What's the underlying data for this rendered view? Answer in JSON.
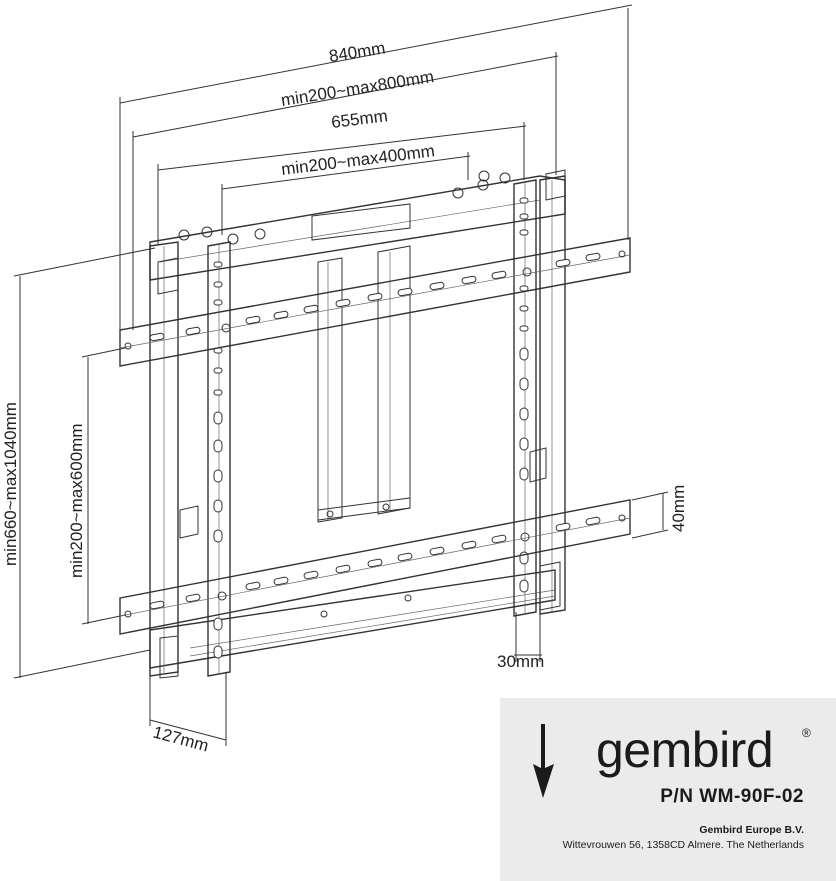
{
  "dimensions": {
    "width_outer": "840mm",
    "width_outer_range": "min200~max800mm",
    "width_inner": "655mm",
    "width_inner_range": "min200~max400mm",
    "height_outer_range": "min660~max1040mm",
    "height_inner_range": "min200~max600mm",
    "rail_height": "40mm",
    "upright_width": "30mm",
    "depth": "127mm"
  },
  "label": {
    "brand": "gembird",
    "registered_mark": "®",
    "part_number": "P/N WM-90F-02",
    "company": "Gembird Europe B.V.",
    "address": "Wittevrouwen 56, 1358CD Almere. The Netherlands"
  },
  "icons": {
    "logo": "gembird-arrow-logo-icon"
  },
  "colors": {
    "label_background": "#ebebeb",
    "line": "#333333"
  }
}
